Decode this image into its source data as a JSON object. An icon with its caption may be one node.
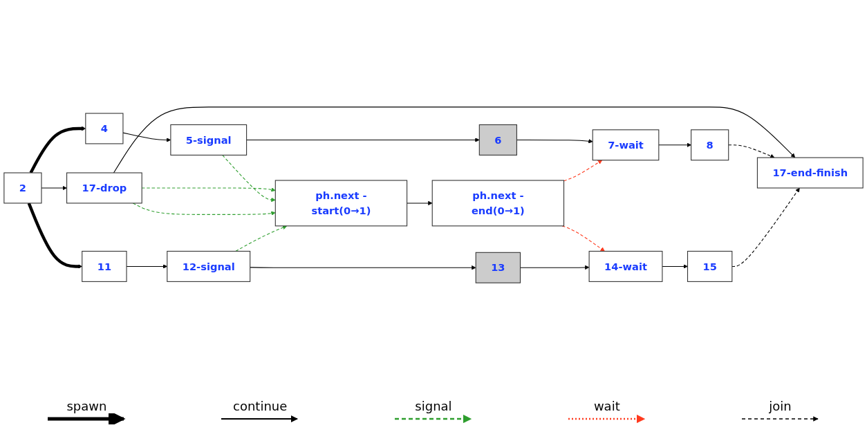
{
  "diagram": {
    "nodes": [
      {
        "text": [
          "2"
        ]
      },
      {
        "text": [
          "17-drop"
        ]
      },
      {
        "text": [
          "17-end-finish"
        ]
      },
      {
        "text": [
          "4"
        ]
      },
      {
        "text": [
          "5-signal"
        ]
      },
      {
        "text": [
          "6"
        ]
      },
      {
        "text": [
          "7-wait"
        ]
      },
      {
        "text": [
          "8"
        ]
      },
      {
        "text": [
          "ph.next -start(0→1)"
        ]
      },
      {
        "text": [
          "ph.next -end(0→1)"
        ]
      },
      {
        "text": [
          "11"
        ]
      },
      {
        "text": [
          "12-signal"
        ]
      },
      {
        "text": [
          "13"
        ]
      },
      {
        "text": [
          "14-wait"
        ]
      },
      {
        "text": [
          "15"
        ]
      }
    ],
    "edges": [
      {
        "from": 0,
        "to": 1,
        "arrow": "to"
      },
      {
        "from": 1,
        "to": 2,
        "arrow": "to"
      },
      {
        "from": 0,
        "to": 3,
        "arrow": "to",
        "style": "thick"
      },
      {
        "from": 0,
        "to": 10,
        "arrow": "to",
        "style": "thick"
      },
      {
        "from": 3,
        "to": 4,
        "arrow": "to"
      },
      {
        "from": 4,
        "to": 5,
        "arrow": "to"
      },
      {
        "from": 5,
        "to": 6,
        "arrow": "to"
      },
      {
        "from": 6,
        "to": 7,
        "arrow": "to"
      },
      {
        "from": 1,
        "to": 8,
        "arrow": "to",
        "style": "dashed",
        "color": "#2e9e2e"
      },
      {
        "from": 4,
        "to": 8,
        "arrow": "to",
        "style": "dashed",
        "color": "#2e9e2e"
      },
      {
        "from": 1,
        "to": 8,
        "arrow": "to",
        "style": "dashed",
        "color": "#2e9e2e"
      },
      {
        "from": 11,
        "to": 8,
        "arrow": "to",
        "style": "dashed",
        "color": "#2e9e2e"
      },
      {
        "from": 8,
        "to": 9,
        "arrow": "to"
      },
      {
        "from": 9,
        "to": 6,
        "arrow": "to",
        "style": "dashed",
        "color": "#ff3b1f"
      },
      {
        "from": 9,
        "to": 13,
        "arrow": "to",
        "style": "dashed",
        "color": "#ff3b1f"
      },
      {
        "from": 10,
        "to": 11,
        "arrow": "to"
      },
      {
        "from": 11,
        "to": 12,
        "arrow": "to"
      },
      {
        "from": 12,
        "to": 13,
        "arrow": "to"
      },
      {
        "from": 13,
        "to": 14,
        "arrow": "to"
      },
      {
        "from": 7,
        "to": 2,
        "arrow": "to",
        "style": "dashed"
      },
      {
        "from": 14,
        "to": 2,
        "arrow": "to",
        "style": "dashed"
      }
    ],
    "legend": [
      {
        "text": "spawn"
      },
      {
        "text": "continue"
      },
      {
        "text": "signal"
      },
      {
        "text": "wait"
      },
      {
        "text": "join"
      }
    ]
  }
}
